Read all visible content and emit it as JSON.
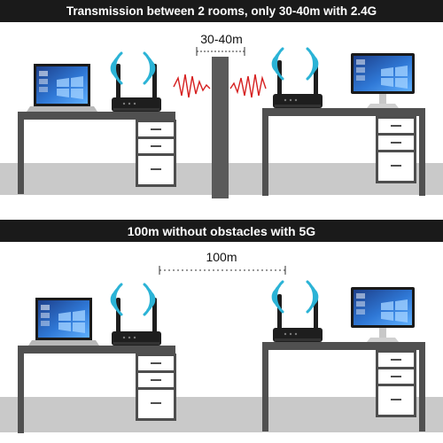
{
  "scene_top": {
    "banner": "Transmission between 2 rooms, only 30-40m with 2.4G",
    "distance_label": "30-40m"
  },
  "scene_bottom": {
    "banner": "100m without obstacles with 5G",
    "distance_label": "100m"
  },
  "colors": {
    "banner_bg": "#1a1a1a",
    "banner_text": "#ffffff",
    "floor": "#c9c9c9",
    "desk": "#505050",
    "wall": "#5a5a5a",
    "wifi_waves": "#2bb3d6",
    "interference": "#d62020",
    "router": "#1e1e1e",
    "screen": "#2563c4"
  },
  "icons": [
    "laptop-icon",
    "monitor-icon",
    "router-icon",
    "wifi-signal-icon",
    "desk-icon",
    "interference-wave-icon"
  ]
}
